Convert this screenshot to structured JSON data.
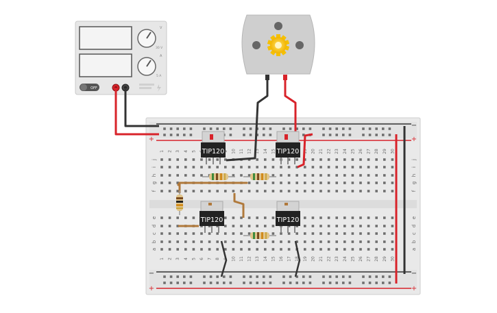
{
  "power_supply": {
    "off_label": "OFF",
    "knob_top_scale": "30 V",
    "knob_bottom_scale": "5 A",
    "knob_top_marker": "V",
    "knob_bottom_marker": "A"
  },
  "breadboard": {
    "column_numbers": [
      "1",
      "2",
      "3",
      "4",
      "5",
      "6",
      "7",
      "8",
      "9",
      "10",
      "11",
      "12",
      "13",
      "14",
      "15",
      "16",
      "17",
      "18",
      "19",
      "20",
      "21",
      "22",
      "23",
      "24",
      "25",
      "26",
      "27",
      "28",
      "29",
      "30"
    ],
    "rows_top": [
      "j",
      "i",
      "h",
      "g",
      "f"
    ],
    "rows_bottom": [
      "e",
      "d",
      "c",
      "b",
      "a"
    ],
    "rail_plus": "+",
    "rail_minus": "−"
  },
  "transistors": [
    {
      "label": "TIP120"
    },
    {
      "label": "TIP120"
    },
    {
      "label": "TIP120"
    },
    {
      "label": "TIP120"
    }
  ],
  "colors": {
    "red_wire": "#d8232a",
    "black_wire": "#333333",
    "brown_wire": "#b0793b",
    "board": "#e6e6e6"
  }
}
